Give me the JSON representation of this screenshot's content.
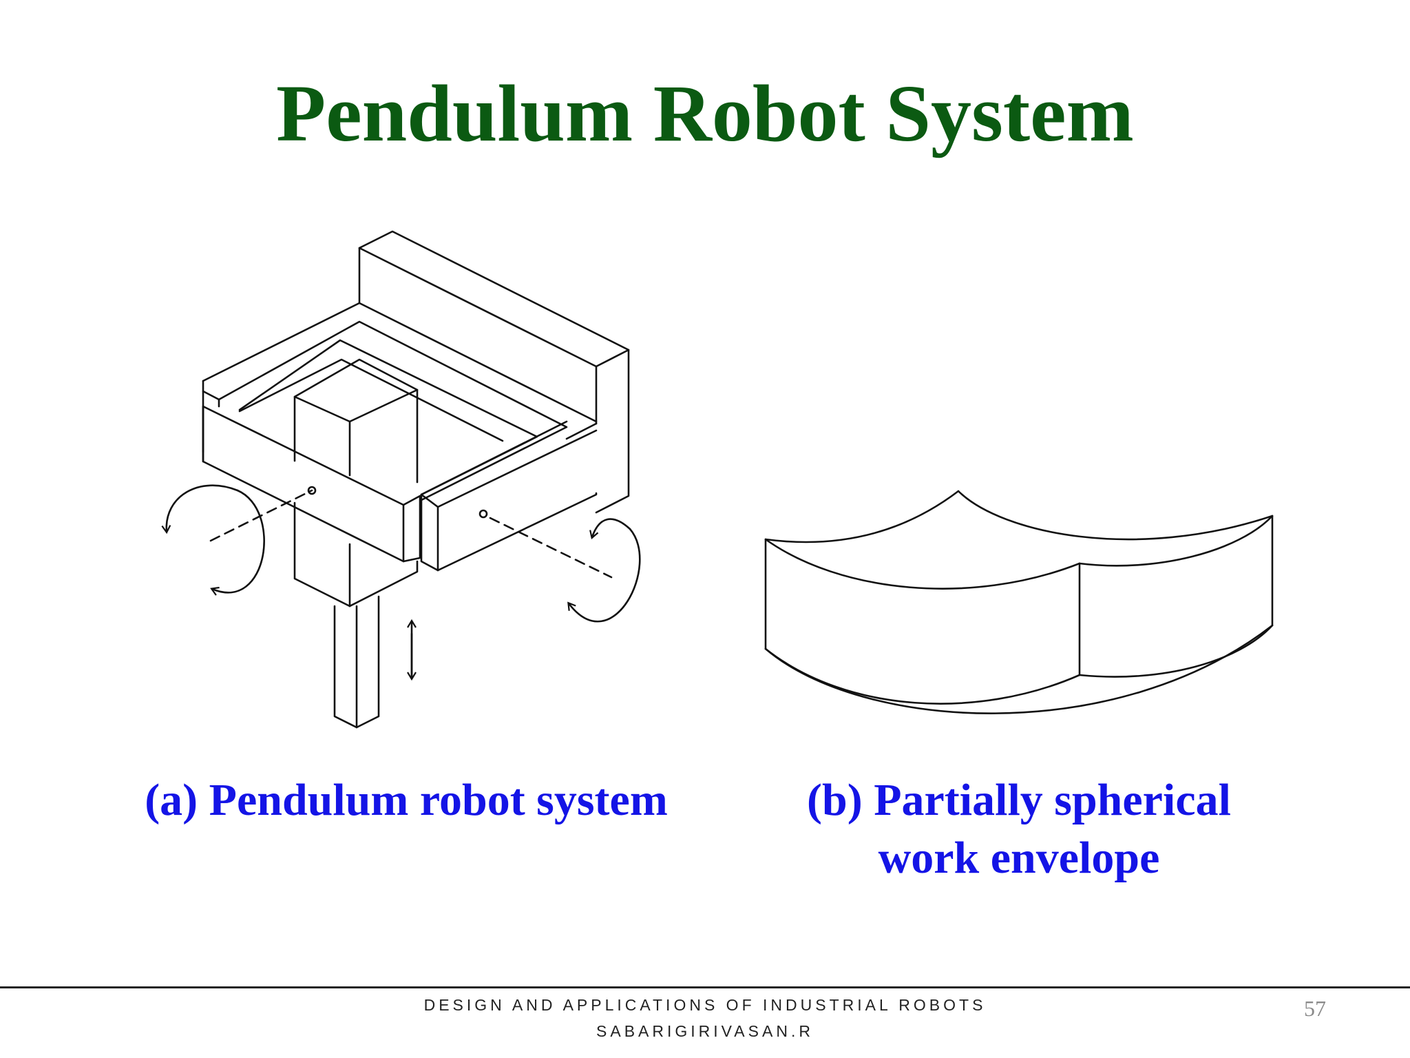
{
  "slide": {
    "title": "Pendulum Robot System",
    "captions": {
      "a": "(a) Pendulum robot system",
      "b": "(b) Partially spherical work envelope"
    },
    "footer": {
      "course": "DESIGN AND APPLICATIONS OF INDUSTRIAL ROBOTS",
      "author": "SABARIGIRIVASAN.R"
    },
    "page_number": "57"
  },
  "colors": {
    "title": "#0b5a12",
    "caption": "#1414e6",
    "line_art": "#111111"
  }
}
